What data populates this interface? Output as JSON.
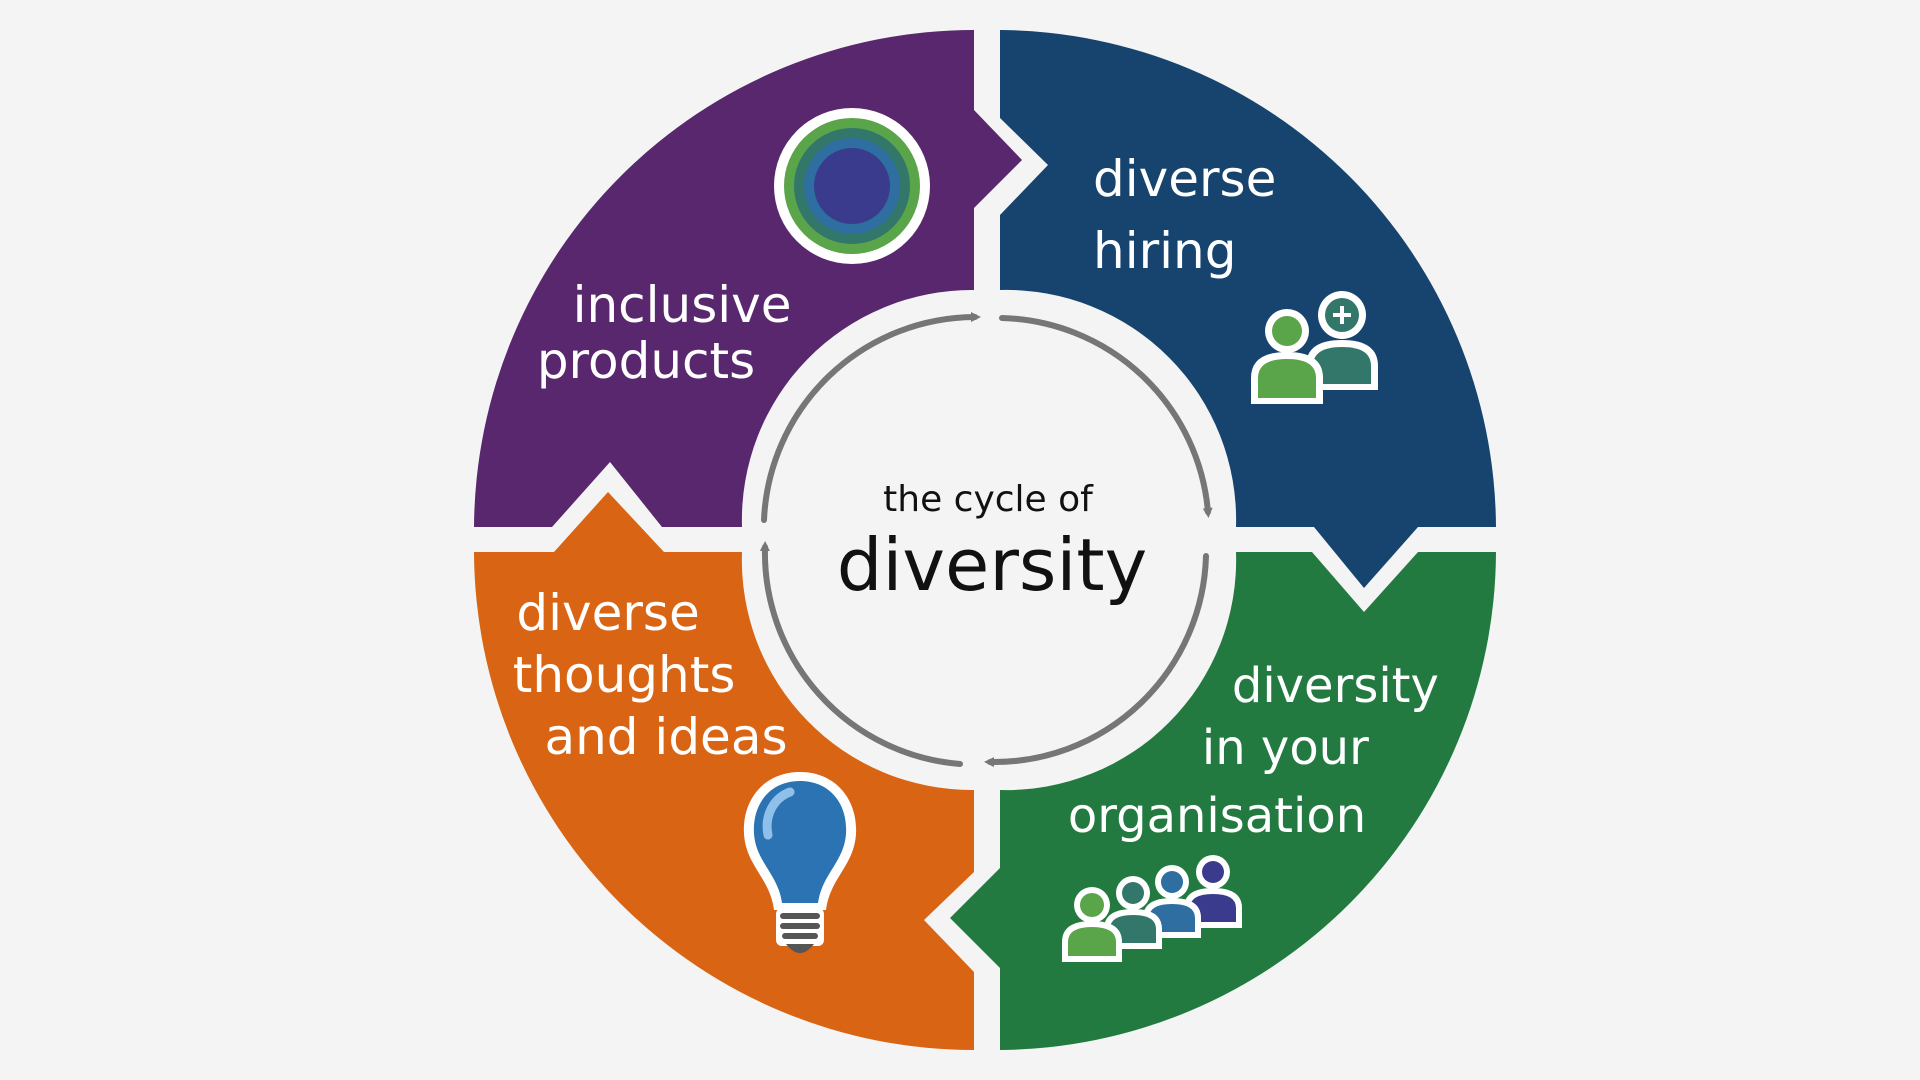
{
  "center": {
    "line1": "the cycle of",
    "line2": "diversity"
  },
  "segments": [
    {
      "id": "inclusive-products",
      "color": "#58276e",
      "lines": [
        "inclusive",
        "products"
      ],
      "icon": "target-circle-icon"
    },
    {
      "id": "diverse-hiring",
      "color": "#16446e",
      "lines": [
        "diverse",
        "hiring"
      ],
      "icon": "add-person-icon"
    },
    {
      "id": "diversity-in-your-organisation",
      "color": "#227a41",
      "lines": [
        "diversity",
        "in your",
        "organisation"
      ],
      "icon": "people-group-icon"
    },
    {
      "id": "diverse-thoughts-and-ideas",
      "color": "#d96413",
      "lines": [
        "diverse",
        "thoughts",
        "and ideas"
      ],
      "icon": "lightbulb-icon"
    }
  ],
  "colors": {
    "background": "#f4f4f4",
    "arrow": "#767676",
    "green": "#5aa44a",
    "teal": "#33776b",
    "blue": "#2f6ea0",
    "indigo": "#3b3b8e",
    "bulb": "#2b73b3"
  }
}
